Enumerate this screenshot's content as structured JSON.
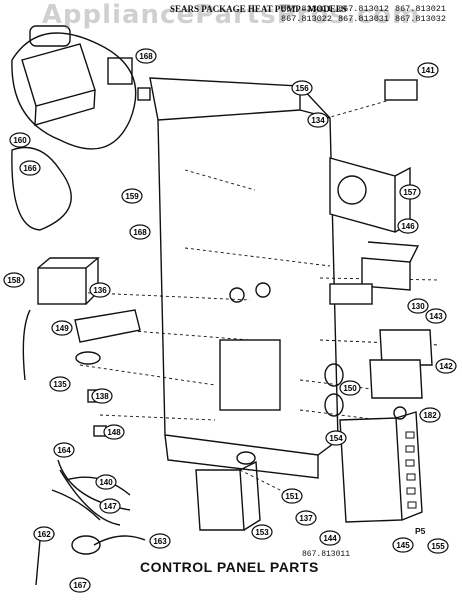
{
  "watermark": "AppliancePartsPros.com",
  "header": {
    "brand_text": "SEARS PACKAGE HEAT PUMP - MODELS",
    "models_row1": [
      "867.813011",
      "867.813012",
      "867.813021"
    ],
    "models_row2": [
      "867.813022",
      "867.813031",
      "867.813032"
    ]
  },
  "title": "CONTROL PANEL PARTS",
  "diagram_code": "867.813011",
  "page_code": "P5",
  "callouts": [
    "168",
    "141",
    "156",
    "134",
    "160",
    "157",
    "166",
    "159",
    "168",
    "146",
    "158",
    "136",
    "130",
    "143",
    "149",
    "142",
    "135",
    "138",
    "150",
    "182",
    "154",
    "148",
    "164",
    "140",
    "147",
    "151",
    "137",
    "153",
    "144",
    "145",
    "155",
    "162",
    "163",
    "167"
  ]
}
